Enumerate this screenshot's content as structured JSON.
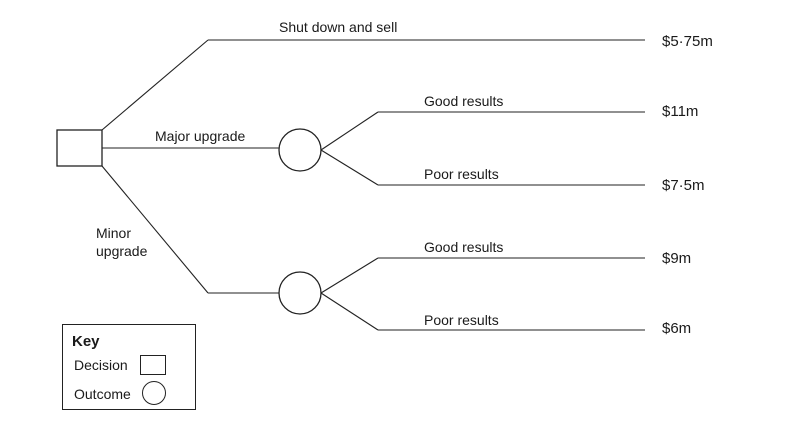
{
  "branches": {
    "shut_down": "Shut down and sell",
    "major": "Major upgrade",
    "minor_line1": "Minor",
    "minor_line2": "upgrade",
    "major_good": "Good results",
    "major_poor": "Poor results",
    "minor_good": "Good results",
    "minor_poor": "Poor results"
  },
  "outcomes": {
    "shut_down": "$5·75m",
    "major_good": "$11m",
    "major_poor": "$7·5m",
    "minor_good": "$9m",
    "minor_poor": "$6m"
  },
  "key": {
    "title": "Key",
    "decision": "Decision",
    "outcome": "Outcome"
  },
  "colors": {
    "line": "#222222",
    "text": "#1a1a1a"
  }
}
